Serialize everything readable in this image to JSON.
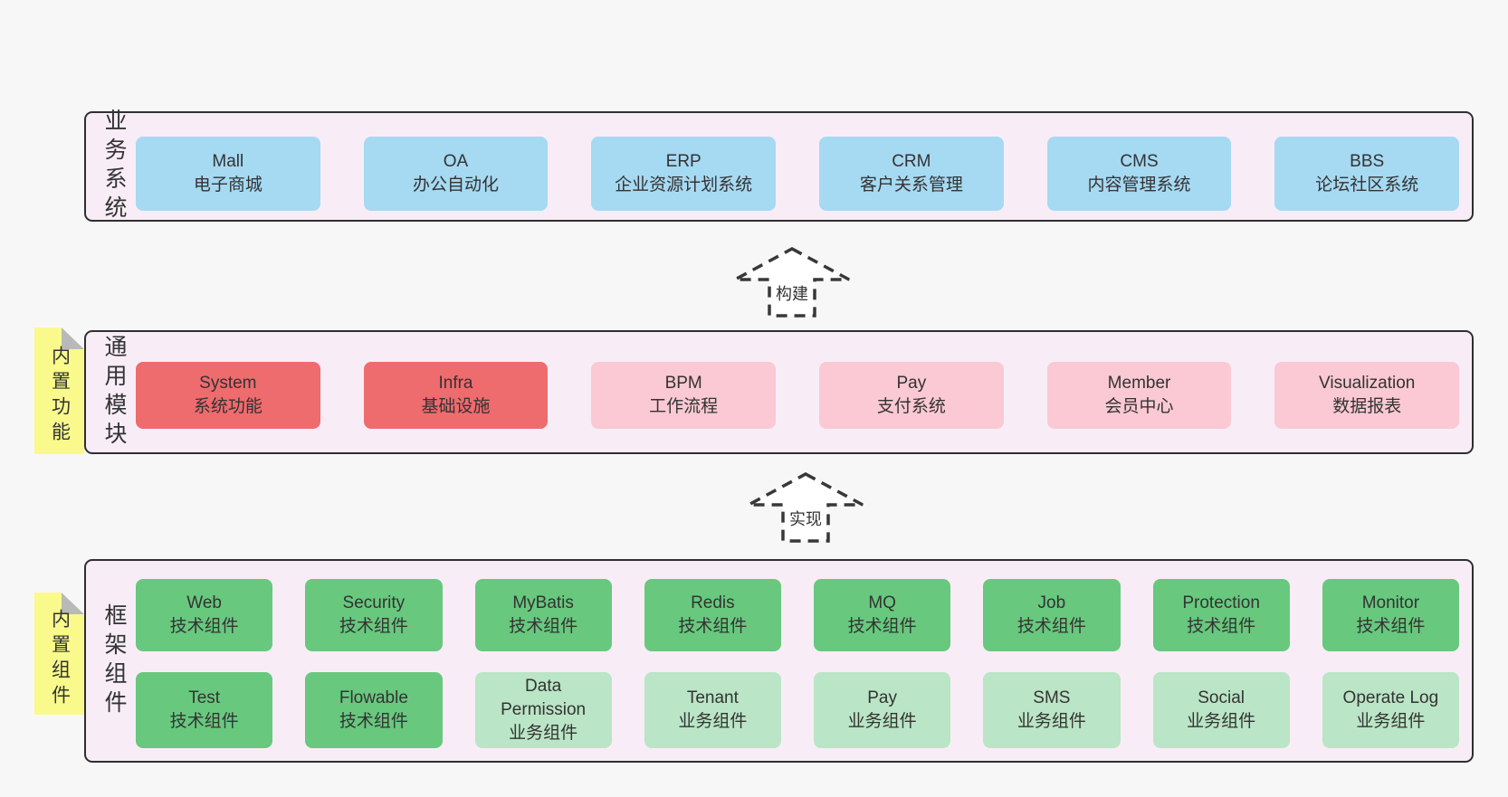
{
  "colors": {
    "page_bg": "#f7f7f7",
    "panel_bg": "#f8edf6",
    "panel_border": "#2f2f2f",
    "blue_box": "#a6d9f2",
    "red_box": "#ee6b6e",
    "pink_box": "#fac9d3",
    "green_box": "#68c87e",
    "light_green_box": "#bae5c6",
    "note_yellow": "#fafa8c",
    "note_fold_gray": "#b9b9b9",
    "text": "#333333"
  },
  "sections": {
    "business": {
      "label": "业务系统",
      "items": [
        {
          "en": "Mall",
          "zh": "电子商城"
        },
        {
          "en": "OA",
          "zh": "办公自动化"
        },
        {
          "en": "ERP",
          "zh": "企业资源计划系统"
        },
        {
          "en": "CRM",
          "zh": "客户关系管理"
        },
        {
          "en": "CMS",
          "zh": "内容管理系统"
        },
        {
          "en": "BBS",
          "zh": "论坛社区系统"
        }
      ]
    },
    "modules": {
      "label": "通用模块",
      "note": "内置功能",
      "items": [
        {
          "en": "System",
          "zh": "系统功能"
        },
        {
          "en": "Infra",
          "zh": "基础设施"
        },
        {
          "en": "BPM",
          "zh": "工作流程"
        },
        {
          "en": "Pay",
          "zh": "支付系统"
        },
        {
          "en": "Member",
          "zh": "会员中心"
        },
        {
          "en": "Visualization",
          "zh": "数据报表"
        }
      ]
    },
    "framework": {
      "label": "框架组件",
      "note": "内置组件",
      "row1": [
        {
          "en": "Web",
          "zh": "技术组件"
        },
        {
          "en": "Security",
          "zh": "技术组件"
        },
        {
          "en": "MyBatis",
          "zh": "技术组件"
        },
        {
          "en": "Redis",
          "zh": "技术组件"
        },
        {
          "en": "MQ",
          "zh": "技术组件"
        },
        {
          "en": "Job",
          "zh": "技术组件"
        },
        {
          "en": "Protection",
          "zh": "技术组件"
        },
        {
          "en": "Monitor",
          "zh": "技术组件"
        }
      ],
      "row2": [
        {
          "en": "Test",
          "zh": "技术组件"
        },
        {
          "en": "Flowable",
          "zh": "技术组件"
        },
        {
          "en": "Data Permission",
          "zh": "业务组件"
        },
        {
          "en": "Tenant",
          "zh": "业务组件"
        },
        {
          "en": "Pay",
          "zh": "业务组件"
        },
        {
          "en": "SMS",
          "zh": "业务组件"
        },
        {
          "en": "Social",
          "zh": "业务组件"
        },
        {
          "en": "Operate Log",
          "zh": "业务组件"
        }
      ]
    }
  },
  "arrows": {
    "build": "构建",
    "implement": "实现"
  }
}
